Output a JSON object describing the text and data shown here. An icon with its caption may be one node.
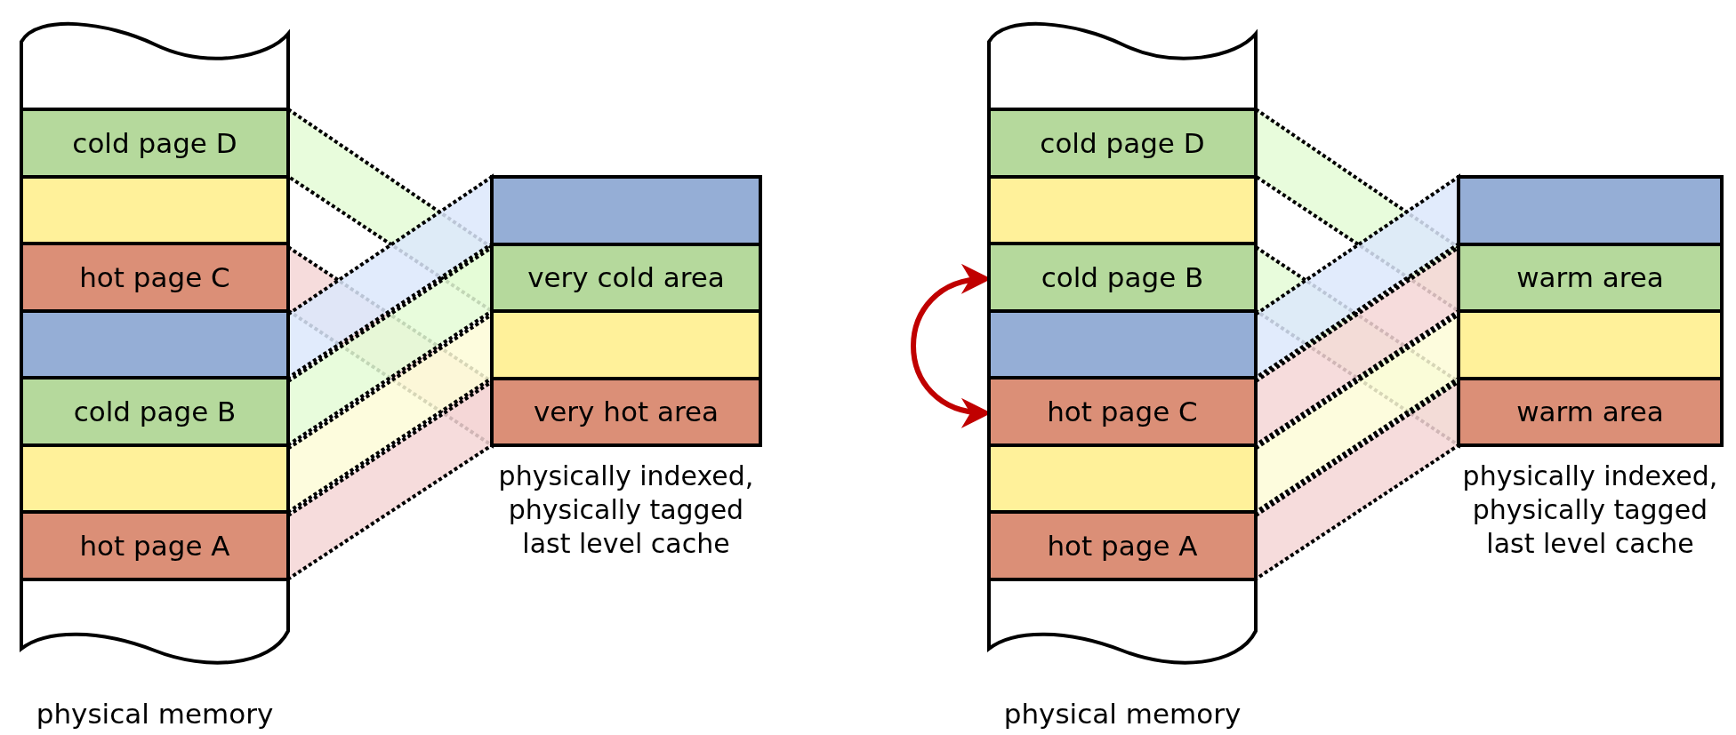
{
  "diagram": {
    "nodes": [
      {
        "text": [
          "physical memory"
        ]
      },
      {
        "text": [
          "cold page D"
        ],
        "in": 0
      },
      {
        "text": [],
        "shape": "box",
        "in": 0
      },
      {
        "text": [
          "hot page C"
        ],
        "in": 0
      },
      {
        "text": [],
        "shape": "box",
        "in": 0
      },
      {
        "text": [
          "cold page B"
        ],
        "in": 0
      },
      {
        "text": [],
        "shape": "box",
        "in": 0
      },
      {
        "text": [
          "hot page A"
        ],
        "in": 0
      },
      {
        "text": [
          "physically indexed, physically tagged last level cache"
        ]
      },
      {
        "text": [],
        "shape": "box",
        "in": 8
      },
      {
        "text": [
          "very cold area"
        ],
        "in": 8
      },
      {
        "text": [],
        "shape": "box",
        "in": 8
      },
      {
        "text": [
          "very hot area"
        ],
        "in": 8
      },
      {
        "text": [
          "physical memory"
        ]
      },
      {
        "text": [
          "cold page D"
        ],
        "in": 13
      },
      {
        "text": [],
        "shape": "box",
        "in": 13
      },
      {
        "text": [
          "cold page B"
        ],
        "in": 13
      },
      {
        "text": [],
        "shape": "box",
        "in": 13
      },
      {
        "text": [
          "hot page C"
        ],
        "in": 13
      },
      {
        "text": [],
        "shape": "box",
        "in": 13
      },
      {
        "text": [
          "hot page A"
        ],
        "in": 13
      },
      {
        "text": [
          "physically indexed, physically tagged last level cache"
        ]
      },
      {
        "text": [],
        "shape": "box",
        "in": 21
      },
      {
        "text": [
          "warm area"
        ],
        "in": 21
      },
      {
        "text": [],
        "shape": "box",
        "in": 21
      },
      {
        "text": [
          "warm area"
        ],
        "in": 21
      }
    ],
    "edges": [
      {
        "from": 1,
        "to": 10,
        "arrow": "none",
        "style": "thick",
        "color": "#e4fcd6"
      },
      {
        "from": 3,
        "to": 12,
        "arrow": "none",
        "style": "thick",
        "color": "#f4d6d6"
      },
      {
        "from": 4,
        "to": 9,
        "arrow": "none",
        "style": "thick",
        "color": "#dce8fb"
      },
      {
        "from": 5,
        "to": 10,
        "arrow": "none",
        "style": "thick",
        "color": "#e4fcd6"
      },
      {
        "from": 6,
        "to": 11,
        "arrow": "none",
        "style": "thick",
        "color": "#fdfbd7"
      },
      {
        "from": 7,
        "to": 12,
        "arrow": "none",
        "style": "thick",
        "color": "#f4d6d6"
      },
      {
        "from": 14,
        "to": 23,
        "arrow": "none",
        "style": "thick",
        "color": "#e4fcd6"
      },
      {
        "from": 16,
        "to": 25,
        "arrow": "none",
        "style": "thick",
        "color": "#e4fcd6"
      },
      {
        "from": 17,
        "to": 22,
        "arrow": "none",
        "style": "thick",
        "color": "#dce8fb"
      },
      {
        "from": 18,
        "to": 23,
        "arrow": "none",
        "style": "thick",
        "color": "#f4d6d6"
      },
      {
        "from": 19,
        "to": 24,
        "arrow": "none",
        "style": "thick",
        "color": "#fdfbd7"
      },
      {
        "from": 20,
        "to": 25,
        "arrow": "none",
        "style": "thick",
        "color": "#f4d6d6"
      },
      {
        "from": 16,
        "to": 18,
        "arrow": "both",
        "color": "#c00000"
      }
    ]
  }
}
